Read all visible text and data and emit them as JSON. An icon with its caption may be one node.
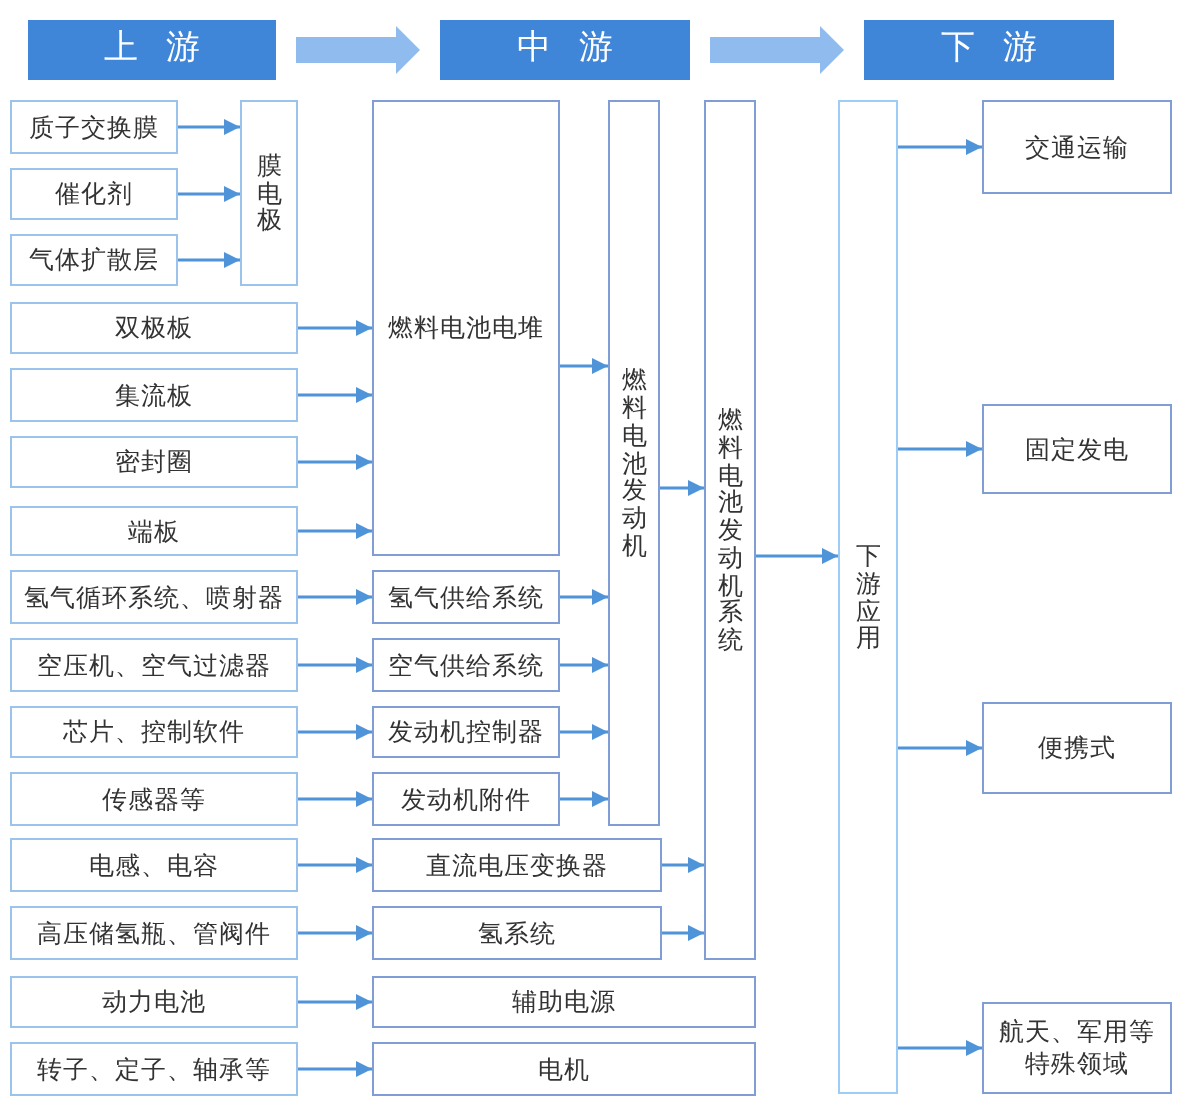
{
  "diagram": {
    "nodes": [
      {
        "text": [
          "上游"
        ]
      },
      {
        "text": [
          "中游"
        ]
      },
      {
        "text": [
          "下游"
        ]
      },
      {
        "text": [
          "质子交换膜"
        ]
      },
      {
        "text": [
          "催化剂"
        ]
      },
      {
        "text": [
          "气体扩散层"
        ]
      },
      {
        "text": [
          "膜电极"
        ]
      },
      {
        "text": [
          "燃料电池电堆"
        ]
      },
      {
        "text": [
          "燃料电池发动机"
        ]
      },
      {
        "text": [
          "燃料电池发动机系统"
        ]
      },
      {
        "text": [
          "下游应用"
        ]
      },
      {
        "text": [
          "交通运输"
        ]
      },
      {
        "text": [
          "双极板"
        ]
      },
      {
        "text": [
          "集流板"
        ]
      },
      {
        "text": [
          "密封圈"
        ]
      },
      {
        "text": [
          "端板"
        ]
      },
      {
        "text": [
          "固定发电"
        ]
      },
      {
        "text": [
          "氢气循环系统、喷射器"
        ]
      },
      {
        "text": [
          "氢气供给系统"
        ]
      },
      {
        "text": [
          "空压机、空气过滤器"
        ]
      },
      {
        "text": [
          "空气供给系统"
        ]
      },
      {
        "text": [
          "芯片、控制软件"
        ]
      },
      {
        "text": [
          "发动机控制器"
        ]
      },
      {
        "text": [
          "便携式"
        ]
      },
      {
        "text": [
          "传感器等"
        ]
      },
      {
        "text": [
          "发动机附件"
        ]
      },
      {
        "text": [
          "电感、电容"
        ]
      },
      {
        "text": [
          "直流电压变换器"
        ]
      },
      {
        "text": [
          "高压储氢瓶、管阀件"
        ]
      },
      {
        "text": [
          "氢系统"
        ]
      },
      {
        "text": [
          "动力电池"
        ]
      },
      {
        "text": [
          "辅助电源"
        ]
      },
      {
        "text": [
          "转子、定子、轴承等"
        ]
      },
      {
        "text": [
          "电机"
        ]
      },
      {
        "text": [
          "航天、军用等特殊领域"
        ]
      }
    ],
    "edges": [
      {
        "from": 0,
        "to": 1,
        "arrow": "to",
        "style": "thick",
        "color": "#8fbbee"
      },
      {
        "from": 1,
        "to": 2,
        "arrow": "to",
        "style": "thick",
        "color": "#8fbbee"
      },
      {
        "from": 3,
        "to": 6,
        "arrow": "to"
      },
      {
        "from": 4,
        "to": 6,
        "arrow": "to"
      },
      {
        "from": 5,
        "to": 6,
        "arrow": "to"
      },
      {
        "from": 12,
        "to": 7,
        "arrow": "to"
      },
      {
        "from": 13,
        "to": 7,
        "arrow": "to"
      },
      {
        "from": 14,
        "to": 7,
        "arrow": "to"
      },
      {
        "from": 15,
        "to": 7,
        "arrow": "to"
      },
      {
        "from": 7,
        "to": 8,
        "arrow": "to"
      },
      {
        "from": 17,
        "to": 18,
        "arrow": "to"
      },
      {
        "from": 18,
        "to": 8,
        "arrow": "to"
      },
      {
        "from": 19,
        "to": 20,
        "arrow": "to"
      },
      {
        "from": 20,
        "to": 8,
        "arrow": "to"
      },
      {
        "from": 21,
        "to": 22,
        "arrow": "to"
      },
      {
        "from": 22,
        "to": 8,
        "arrow": "to"
      },
      {
        "from": 24,
        "to": 25,
        "arrow": "to"
      },
      {
        "from": 25,
        "to": 8,
        "arrow": "to"
      },
      {
        "from": 26,
        "to": 27,
        "arrow": "to"
      },
      {
        "from": 27,
        "to": 9,
        "arrow": "to"
      },
      {
        "from": 28,
        "to": 29,
        "arrow": "to"
      },
      {
        "from": 29,
        "to": 9,
        "arrow": "to"
      },
      {
        "from": 8,
        "to": 9,
        "arrow": "to"
      },
      {
        "from": 30,
        "to": 31,
        "arrow": "to"
      },
      {
        "from": 32,
        "to": 33,
        "arrow": "to"
      },
      {
        "from": 9,
        "to": 10,
        "arrow": "to"
      },
      {
        "from": 10,
        "to": 11,
        "arrow": "to"
      },
      {
        "from": 10,
        "to": 16,
        "arrow": "to"
      },
      {
        "from": 10,
        "to": 23,
        "arrow": "to"
      },
      {
        "from": 10,
        "to": 34,
        "arrow": "to"
      }
    ]
  }
}
